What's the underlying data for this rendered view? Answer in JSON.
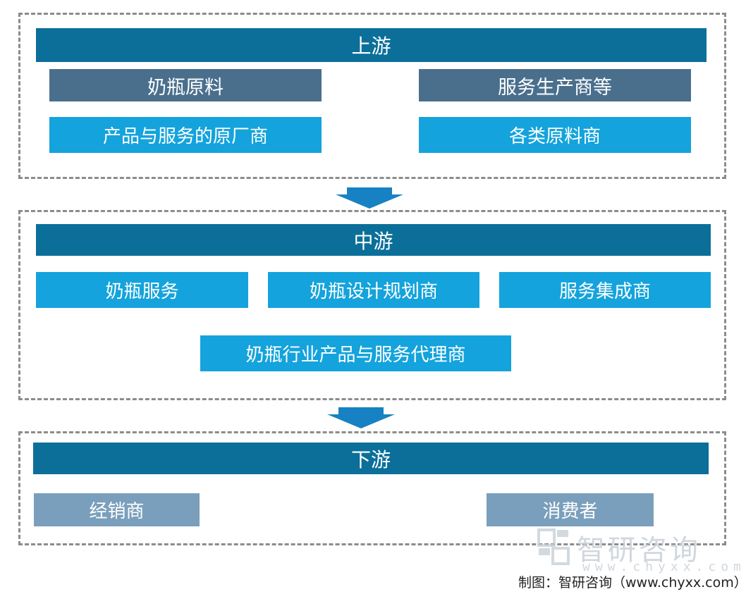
{
  "upstream": {
    "title": "上游",
    "items": [
      "奶瓶原料",
      "服务生产商等",
      "产品与服务的原厂商",
      "各类原料商"
    ]
  },
  "midstream": {
    "title": "中游",
    "items": [
      "奶瓶服务",
      "奶瓶设计规划商",
      "服务集成商",
      "奶瓶行业产品与服务代理商"
    ]
  },
  "downstream": {
    "title": "下游",
    "items": [
      "经销商",
      "消费者"
    ]
  },
  "watermark": {
    "name": "智研咨询",
    "url": "www.chyxx.com"
  },
  "credit": "制图：智研咨询（www.chyxx.com）",
  "colors": {
    "header": "#0b6f9a",
    "slate": "#4a6f8d",
    "sky": "#14a3dc",
    "pale": "#7a9fbc",
    "arrow": "#1682c3",
    "dashed_border": "#8c8c8c"
  }
}
